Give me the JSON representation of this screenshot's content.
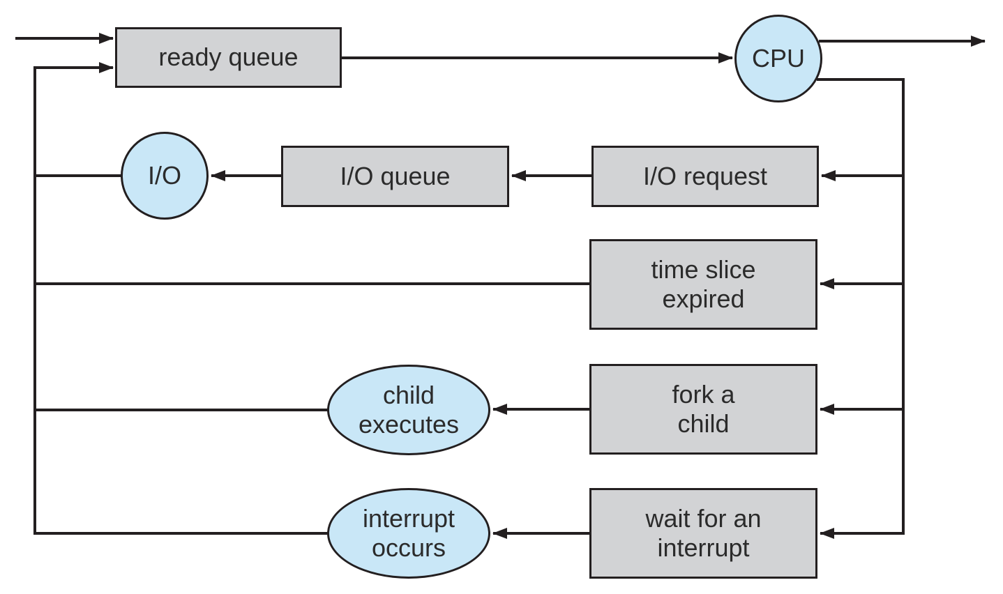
{
  "nodes": {
    "ready_queue": {
      "label": "ready queue"
    },
    "cpu": {
      "label": "CPU"
    },
    "io": {
      "label": "I/O"
    },
    "io_queue": {
      "label": "I/O queue"
    },
    "io_request": {
      "label": "I/O request"
    },
    "time_slice_expired": {
      "label": "time slice\nexpired"
    },
    "fork_a_child": {
      "label": "fork a\nchild"
    },
    "wait_for_interrupt": {
      "label": "wait for an\ninterrupt"
    },
    "child_executes": {
      "label": "child\nexecutes"
    },
    "interrupt_occurs": {
      "label": "interrupt\noccurs"
    }
  },
  "colors": {
    "background": "#ffffff",
    "queue_box_fill": "#d2d3d5",
    "ellipse_fill": "#c9e7f7",
    "stroke": "#231f20",
    "text": "#2b2b2b"
  }
}
